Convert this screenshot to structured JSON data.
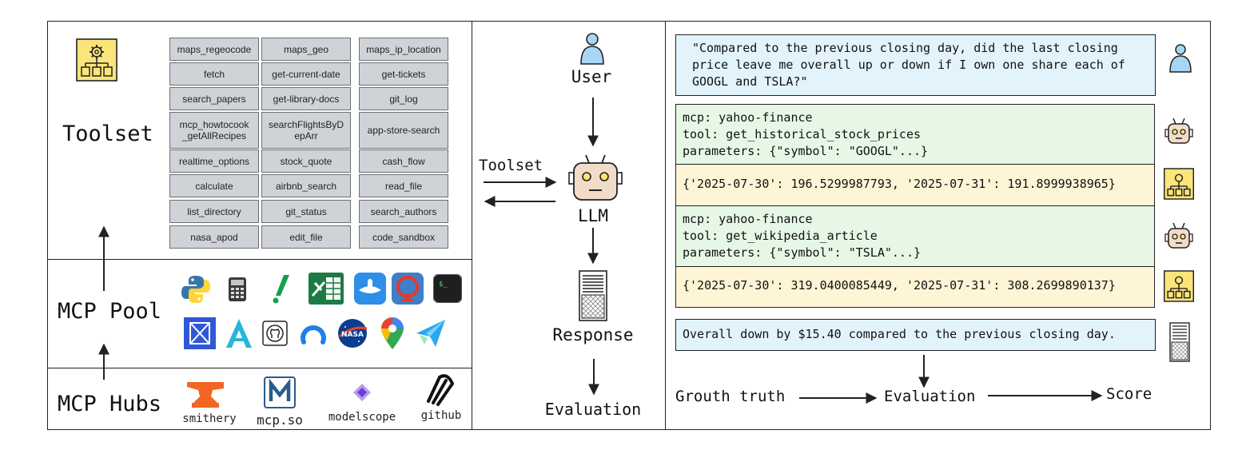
{
  "left": {
    "toolset_label": "Toolset",
    "mcp_pool_label": "MCP Pool",
    "mcp_hubs_label": "MCP Hubs",
    "tools": [
      "maps_regeocode",
      "maps_geo",
      "maps_ip_location",
      "fetch",
      "get-current-date",
      "get-tickets",
      "search_papers",
      "get-library-docs",
      "git_log",
      "mcp_howtocook\n_getAllRecipes",
      "searchFlightsByD\nepArr",
      "app-store-search",
      "realtime_options",
      "stock_quote",
      "cash_flow",
      "calculate",
      "airbnb_search",
      "read_file",
      "list_directory",
      "git_status",
      "search_authors",
      "nasa_apod",
      "edit_file",
      "code_sandbox"
    ],
    "hubs": {
      "smithery": "smithery",
      "mcp_so": "mcp.so",
      "modelscope": "modelscope",
      "github": "github"
    },
    "pool_icons": [
      "python-icon",
      "calculator-icon",
      "exclamation-icon",
      "spreadsheet-icon",
      "flight-icon",
      "railway-icon",
      "terminal-icon",
      "kaggle-icon",
      "a-icon",
      "github-square-icon",
      "ring-icon",
      "nasa-icon",
      "maps-pin-icon",
      "paper-plane-icon"
    ]
  },
  "middle": {
    "user_label": "User",
    "toolset_label": "Toolset",
    "llm_label": "LLM",
    "response_label": "Response",
    "evaluation_label": "Evaluation"
  },
  "right": {
    "query": "\"Compared to the previous closing day, did the last closing price leave me overall up or down if I own one share each of GOOGL and TSLA?\"",
    "call1": "mcp: yahoo-finance\ntool: get_historical_stock_prices\nparameters: {\"symbol\": \"GOOGL\"...}",
    "result1": "{'2025-07-30': 196.5299987793, '2025-07-31': 191.8999938965}",
    "call2": "mcp: yahoo-finance\ntool: get_wikipedia_article\nparameters: {\"symbol\": \"TSLA\"...}",
    "result2": "{'2025-07-30': 319.0400085449, '2025-07-31': 308.2699890137}",
    "answer": "Overall down by $15.40 compared to the previous closing day.",
    "ground_truth": "Grouth truth",
    "evaluation": "Evaluation",
    "score": "Score"
  },
  "colors": {
    "query_bg": "#e3f3fc",
    "call_bg": "#e7f7e6",
    "result_bg": "#fdf5d6",
    "tool_bg": "#cfd3d8",
    "toolset_icon_bg": "#fbe47a"
  }
}
